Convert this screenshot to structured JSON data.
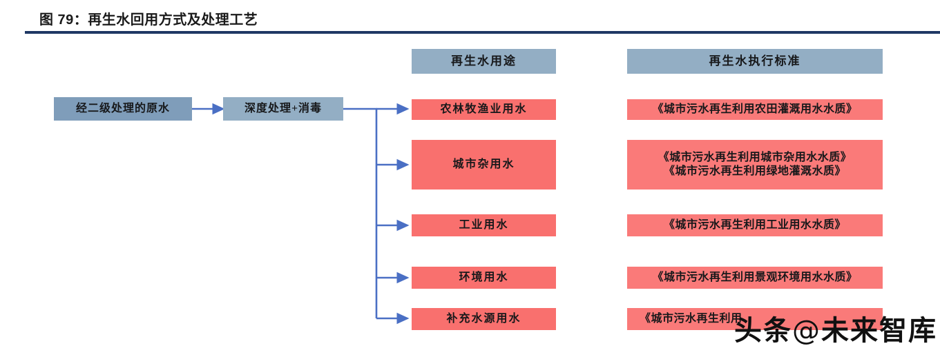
{
  "figure": {
    "title": "图 79：再生水回用方式及处理工艺"
  },
  "flow": {
    "source_nodes": [
      {
        "id": "raw-water",
        "label": "经二级处理的原水"
      },
      {
        "id": "advanced-treatment",
        "label": "深度处理+消毒"
      }
    ],
    "headers": [
      {
        "id": "uses-header",
        "label": "再生水用途"
      },
      {
        "id": "standards-header",
        "label": "再生水执行标准"
      }
    ],
    "uses": [
      {
        "id": "use-agriculture",
        "label": "农林牧渔业用水"
      },
      {
        "id": "use-municipal",
        "label": "城市杂用水"
      },
      {
        "id": "use-industrial",
        "label": "工业用水"
      },
      {
        "id": "use-environment",
        "label": "环境用水"
      },
      {
        "id": "use-replenishment",
        "label": "补充水源用水"
      }
    ],
    "standards": [
      {
        "id": "std-agriculture",
        "line1": "《城市污水再生利用农田灌溉用水水质》",
        "line2": ""
      },
      {
        "id": "std-municipal",
        "line1": "《城市污水再生利用城市杂用水水质》",
        "line2": "《城市污水再生利用绿地灌溉水质》"
      },
      {
        "id": "std-industrial",
        "line1": "《城市污水再生利用工业用水水质》",
        "line2": ""
      },
      {
        "id": "std-environment",
        "line1": "《城市污水再生利用景观环境用水水质》",
        "line2": ""
      },
      {
        "id": "std-replenishment",
        "line1": "《城市污水再生利用",
        "line2": ""
      }
    ]
  },
  "watermark": {
    "prefix": "头条",
    "at": "@",
    "name": "未来智库"
  },
  "colors": {
    "title_rule": "#1f3864",
    "header_box": "#93aec4",
    "source_box": "#7f9dba",
    "use_box": "#f9706e",
    "standard_box": "#fa7a79",
    "connector": "#4a6fc4"
  }
}
